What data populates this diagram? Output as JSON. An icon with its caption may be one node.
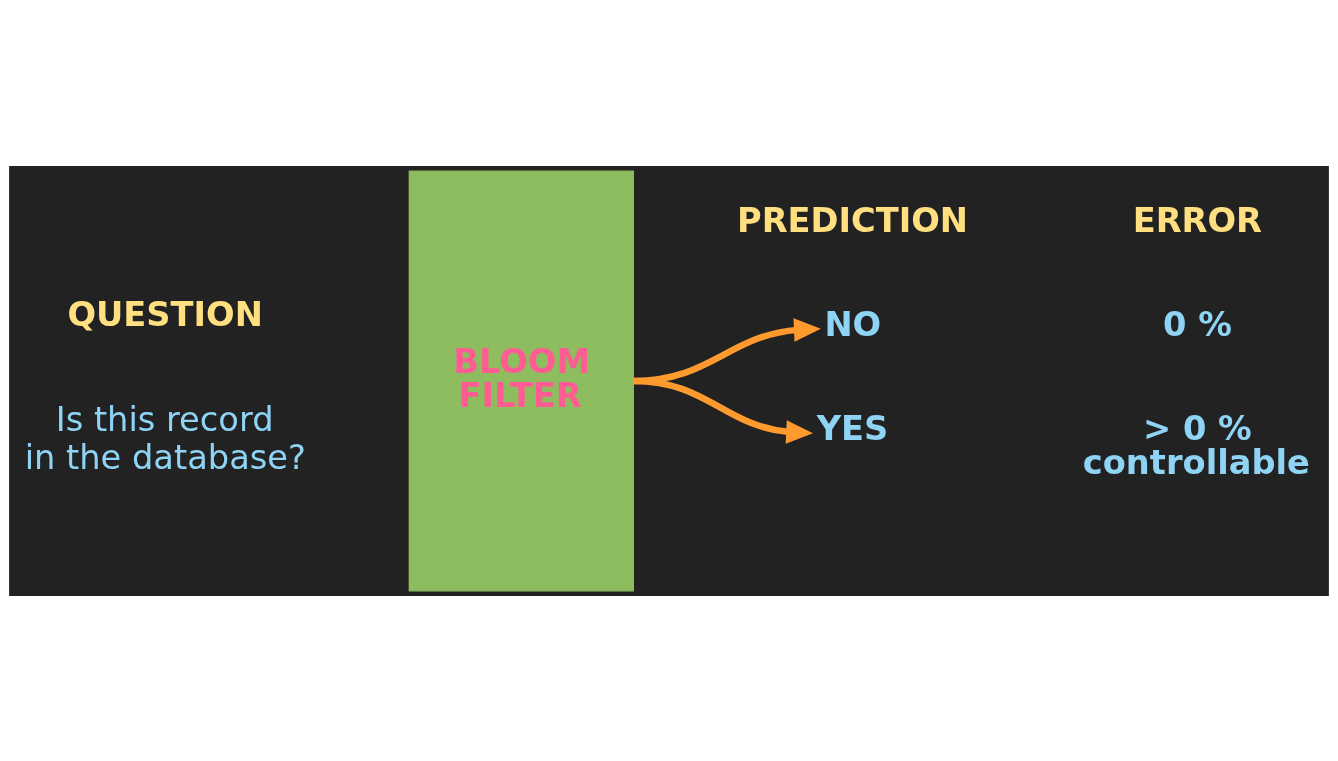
{
  "diagram": {
    "nodes": [
      {
        "text": [
          "BLOOM FILTER"
        ]
      },
      {
        "text": [
          "NO"
        ]
      },
      {
        "text": [
          "YES"
        ]
      }
    ],
    "edges": [
      {
        "from": 0,
        "to": 1,
        "arrow": "to"
      },
      {
        "from": 0,
        "to": 2,
        "arrow": "to"
      }
    ],
    "labels": [
      "QUESTION",
      "PREDICTION",
      "ERROR",
      "Is this record in the database?",
      "0 %",
      "> 0 % controllable"
    ]
  }
}
